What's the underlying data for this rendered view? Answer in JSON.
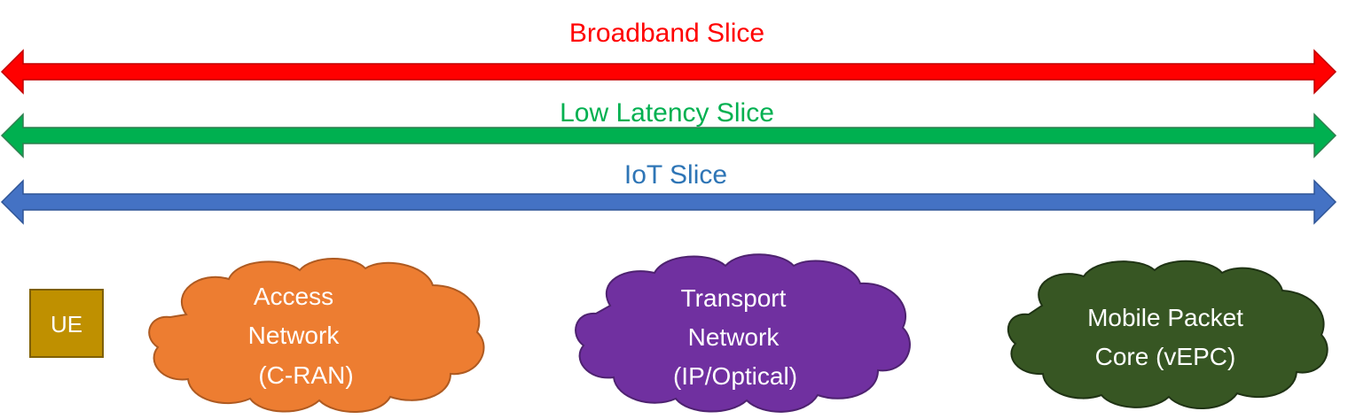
{
  "slices": [
    {
      "label": "Broadband Slice",
      "color": "#ff0000",
      "border": "#c00000"
    },
    {
      "label": "Low Latency Slice",
      "color": "#00b050",
      "border": "#2f7f4f"
    },
    {
      "label": "IoT Slice",
      "color": "#4472c4",
      "border": "#2f5597"
    }
  ],
  "ue": {
    "label": "UE",
    "color": "#bf9000",
    "border": "#7f6000"
  },
  "clouds": [
    {
      "lines": [
        "Access",
        "Network",
        "(C-RAN)"
      ],
      "color": "#ed7d31",
      "border": "#ae5a21"
    },
    {
      "lines": [
        "Transport",
        "Network",
        "(IP/Optical)"
      ],
      "color": "#7030a0",
      "border": "#4e2270"
    },
    {
      "lines": [
        "Mobile Packet",
        "Core (vEPC)"
      ],
      "color": "#375623",
      "border": "#1f3314"
    }
  ]
}
